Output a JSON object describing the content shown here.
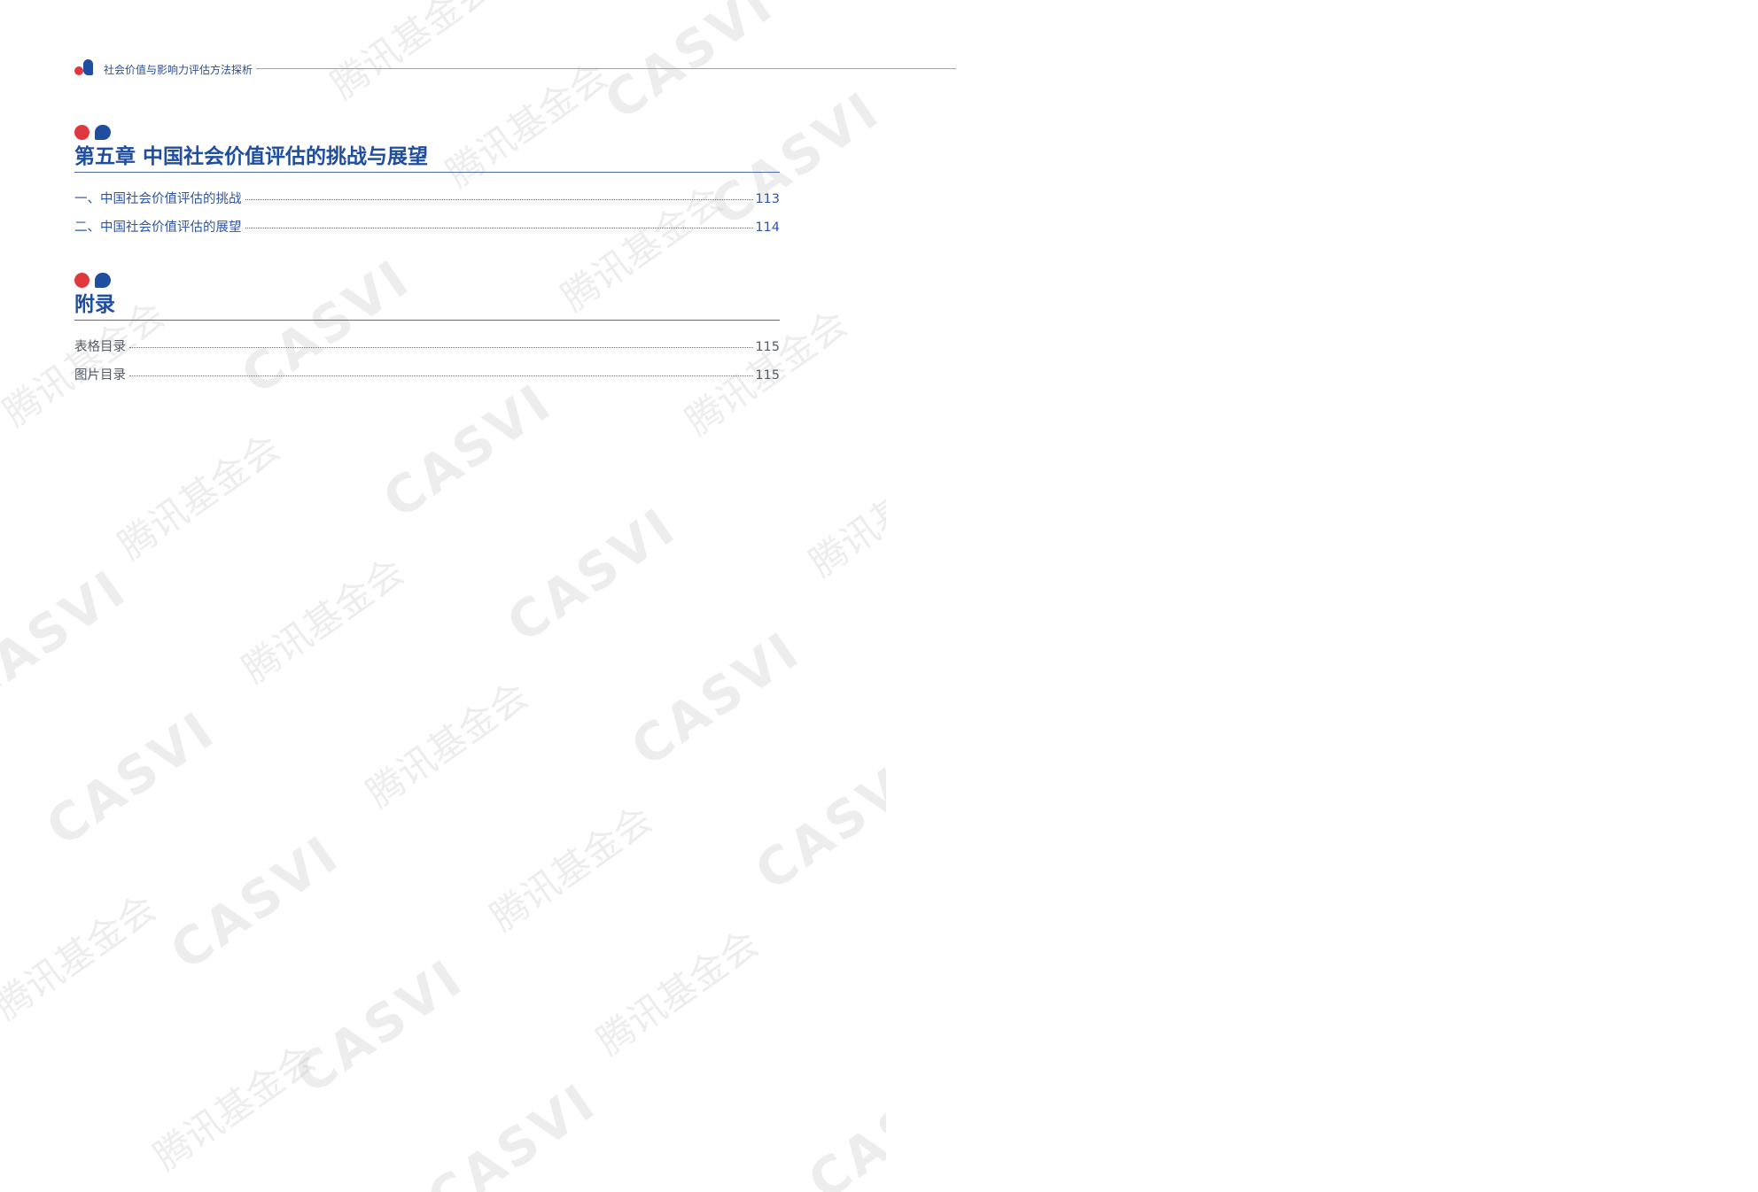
{
  "header": {
    "running_title": "社会价值与影响力评估方法探析"
  },
  "sections": [
    {
      "title": "第五章 中国社会价值评估的挑战与展望",
      "entries": [
        {
          "label": "一、中国社会价值评估的挑战",
          "page": "113"
        },
        {
          "label": "二、中国社会价值评估的展望",
          "page": "114"
        }
      ]
    },
    {
      "title": "附录",
      "entries": [
        {
          "label": "表格目录",
          "page": "115"
        },
        {
          "label": "图片目录",
          "page": "115"
        }
      ]
    }
  ],
  "watermark": {
    "logo_text": "CASVI",
    "cn_text": "腾讯基金会"
  },
  "colors": {
    "primary_blue": "#1f4ea0",
    "accent_red": "#e0383e",
    "body_gray": "#555b66"
  }
}
